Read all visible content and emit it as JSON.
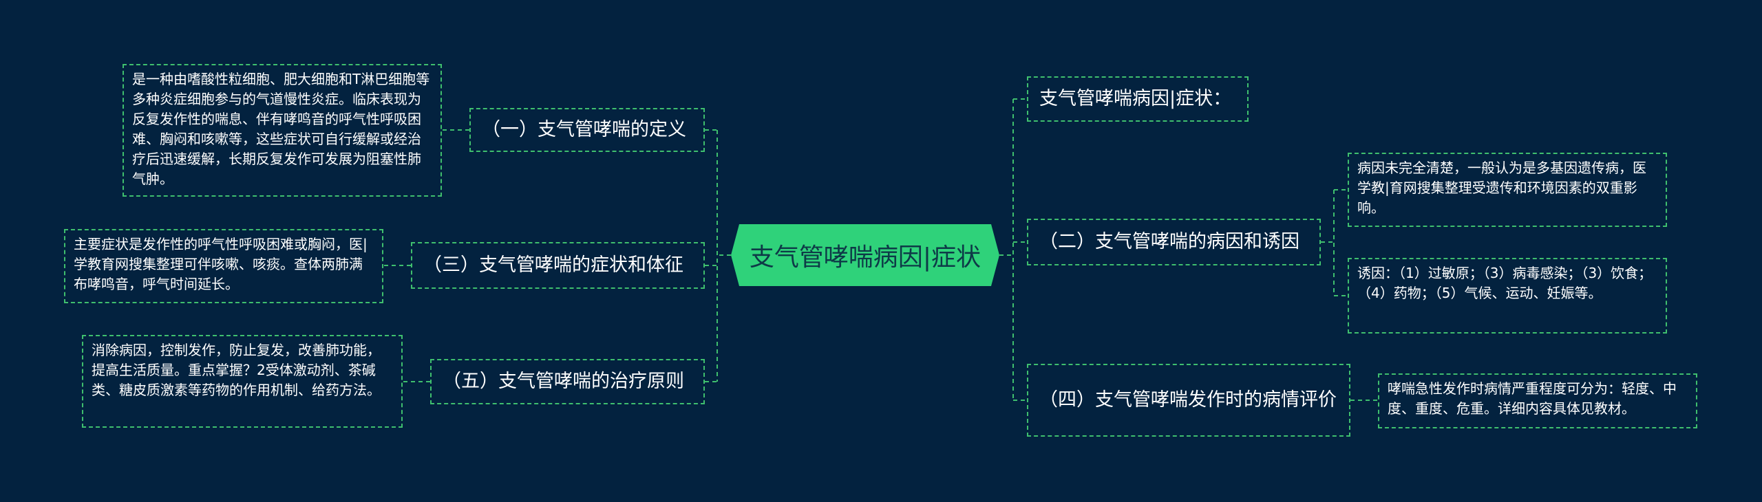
{
  "root": {
    "label": "支气管哮喘病因|症状"
  },
  "left_topics": [
    {
      "label": "（一）支气管哮喘的定义",
      "detail": "是一种由嗜酸性粒细胞、肥大细胞和T淋巴细胞等多种炎症细胞参与的气道慢性炎症。临床表现为反复发作性的喘息、伴有哮鸣音的呼气性呼吸困难、胸闷和咳嗽等，这些症状可自行缓解或经治疗后迅速缓解，长期反复发作可发展为阻塞性肺气肿。"
    },
    {
      "label": "（三）支气管哮喘的症状和体征",
      "detail": "主要症状是发作性的呼气性呼吸困难或胸闷，医|学教育网搜集整理可伴咳嗽、咳痰。查体两肺满布哮鸣音，呼气时间延长。"
    },
    {
      "label": "（五）支气管哮喘的治疗原则",
      "detail": "消除病因，控制发作，防止复发，改善肺功能，提高生活质量。重点掌握？2受体激动剂、茶碱类、糖皮质激素等药物的作用机制、给药方法。"
    }
  ],
  "right_topics": [
    {
      "label": "支气管哮喘病因|症状："
    },
    {
      "label": "（二）支气管哮喘的病因和诱因",
      "details": [
        "病因未完全清楚，一般认为是多基因遗传病，医学教|育网搜集整理受遗传和环境因素的双重影响。",
        "诱因：（1）过敏原；（3）病毒感染；（3）饮食；（4）药物；（5）气候、运动、妊娠等。"
      ]
    },
    {
      "label": "（四）支气管哮喘发作时的病情评价",
      "detail": "哮喘急性发作时病情严重程度可分为：轻度、中度、重度、危重。详细内容具体见教材。"
    }
  ],
  "colors": {
    "background": "#03223f",
    "root_fill": "#2fd27a",
    "link": "#3fbf6e",
    "text": "#ffffff"
  }
}
